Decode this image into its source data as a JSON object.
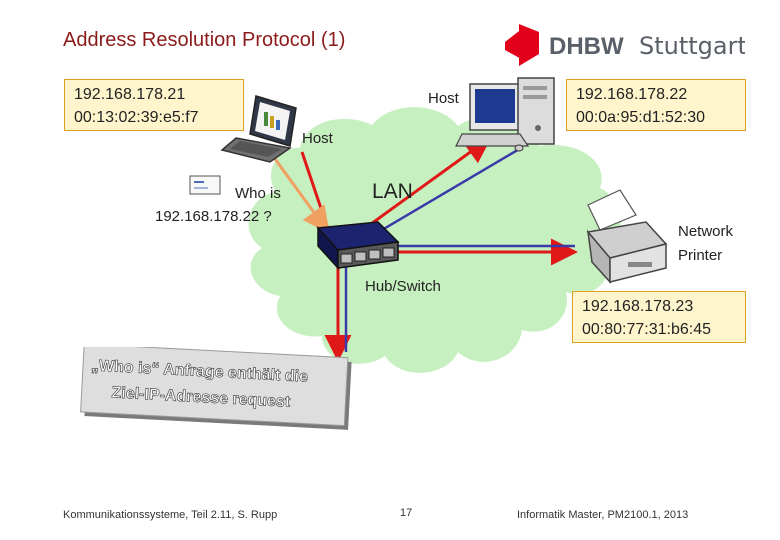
{
  "title": "Address Resolution Protocol (1)",
  "logo": {
    "brand": "DHBW",
    "city": "Stuttgart",
    "brand_color": "#e2001a",
    "text_color": "#5a6069"
  },
  "hosts": {
    "sender": {
      "ip": "192.168.178.21",
      "mac": "00:13:02:39:e5:f7",
      "label": "Host"
    },
    "target": {
      "ip": "192.168.178.22",
      "mac": "00:0a:95:d1:52:30",
      "label": "Host"
    },
    "printer": {
      "ip": "192.168.178.23",
      "mac": "00:80:77:31:b6:45",
      "label_line1": "Network",
      "label_line2": "Printer"
    }
  },
  "network": {
    "lan_label": "LAN",
    "hub_label": "Hub/Switch",
    "cloud_color": "#c7f0c0"
  },
  "query": {
    "line1": "Who is",
    "line2": "192.168.178.22 ?"
  },
  "callout": {
    "line1": "„Who is“ Anfrage enthält die",
    "line2": "Ziel-IP-Adresse request"
  },
  "footer": {
    "left": "Kommunikationssysteme, Teil 2.11, S. Rupp",
    "page": "17",
    "right": "Informatik Master, PM2100.1, 2013"
  },
  "colors": {
    "red_arrow": "#e01818",
    "blue_line": "#3a3aa8",
    "orange_arrow": "#f0a060",
    "box_fill": "#fff5cc",
    "box_border": "#e0a020"
  },
  "icons": [
    "laptop-icon",
    "desktop-icon",
    "printer-icon",
    "envelope-icon",
    "hub-switch-icon",
    "dhbw-logo-icon"
  ]
}
